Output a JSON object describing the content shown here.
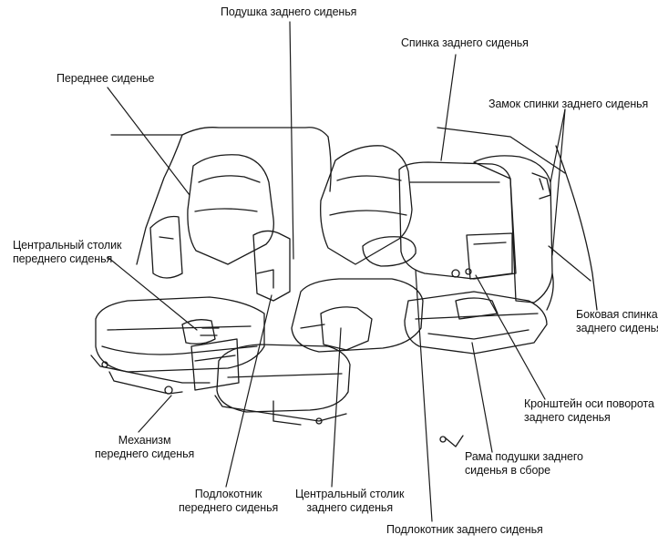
{
  "labels": {
    "rear_cushion": "Подушка заднего сиденья",
    "rear_back": "Спинка заднего сиденья",
    "front_seat": "Переднее сиденье",
    "rear_back_lock": "Замок спинки заднего сиденья",
    "front_console_1": "Центральный столик",
    "front_console_2": "переднего сиденья",
    "rear_side_back_1": "Боковая спинка",
    "rear_side_back_2": "заднего сиденья",
    "pivot_bracket_1": "Кронштейн оси поворота",
    "pivot_bracket_2": "заднего сиденья",
    "front_mechanism_1": "Механизм",
    "front_mechanism_2": "переднего сиденья",
    "cushion_frame_1": "Рама подушки заднего",
    "cushion_frame_2": "сиденья в сборе",
    "front_armrest_1": "Подлокотник",
    "front_armrest_2": "переднего сиденья",
    "rear_console_1": "Центральный столик",
    "rear_console_2": "заднего сиденья",
    "rear_armrest": "Подлокотник заднего сиденья"
  }
}
